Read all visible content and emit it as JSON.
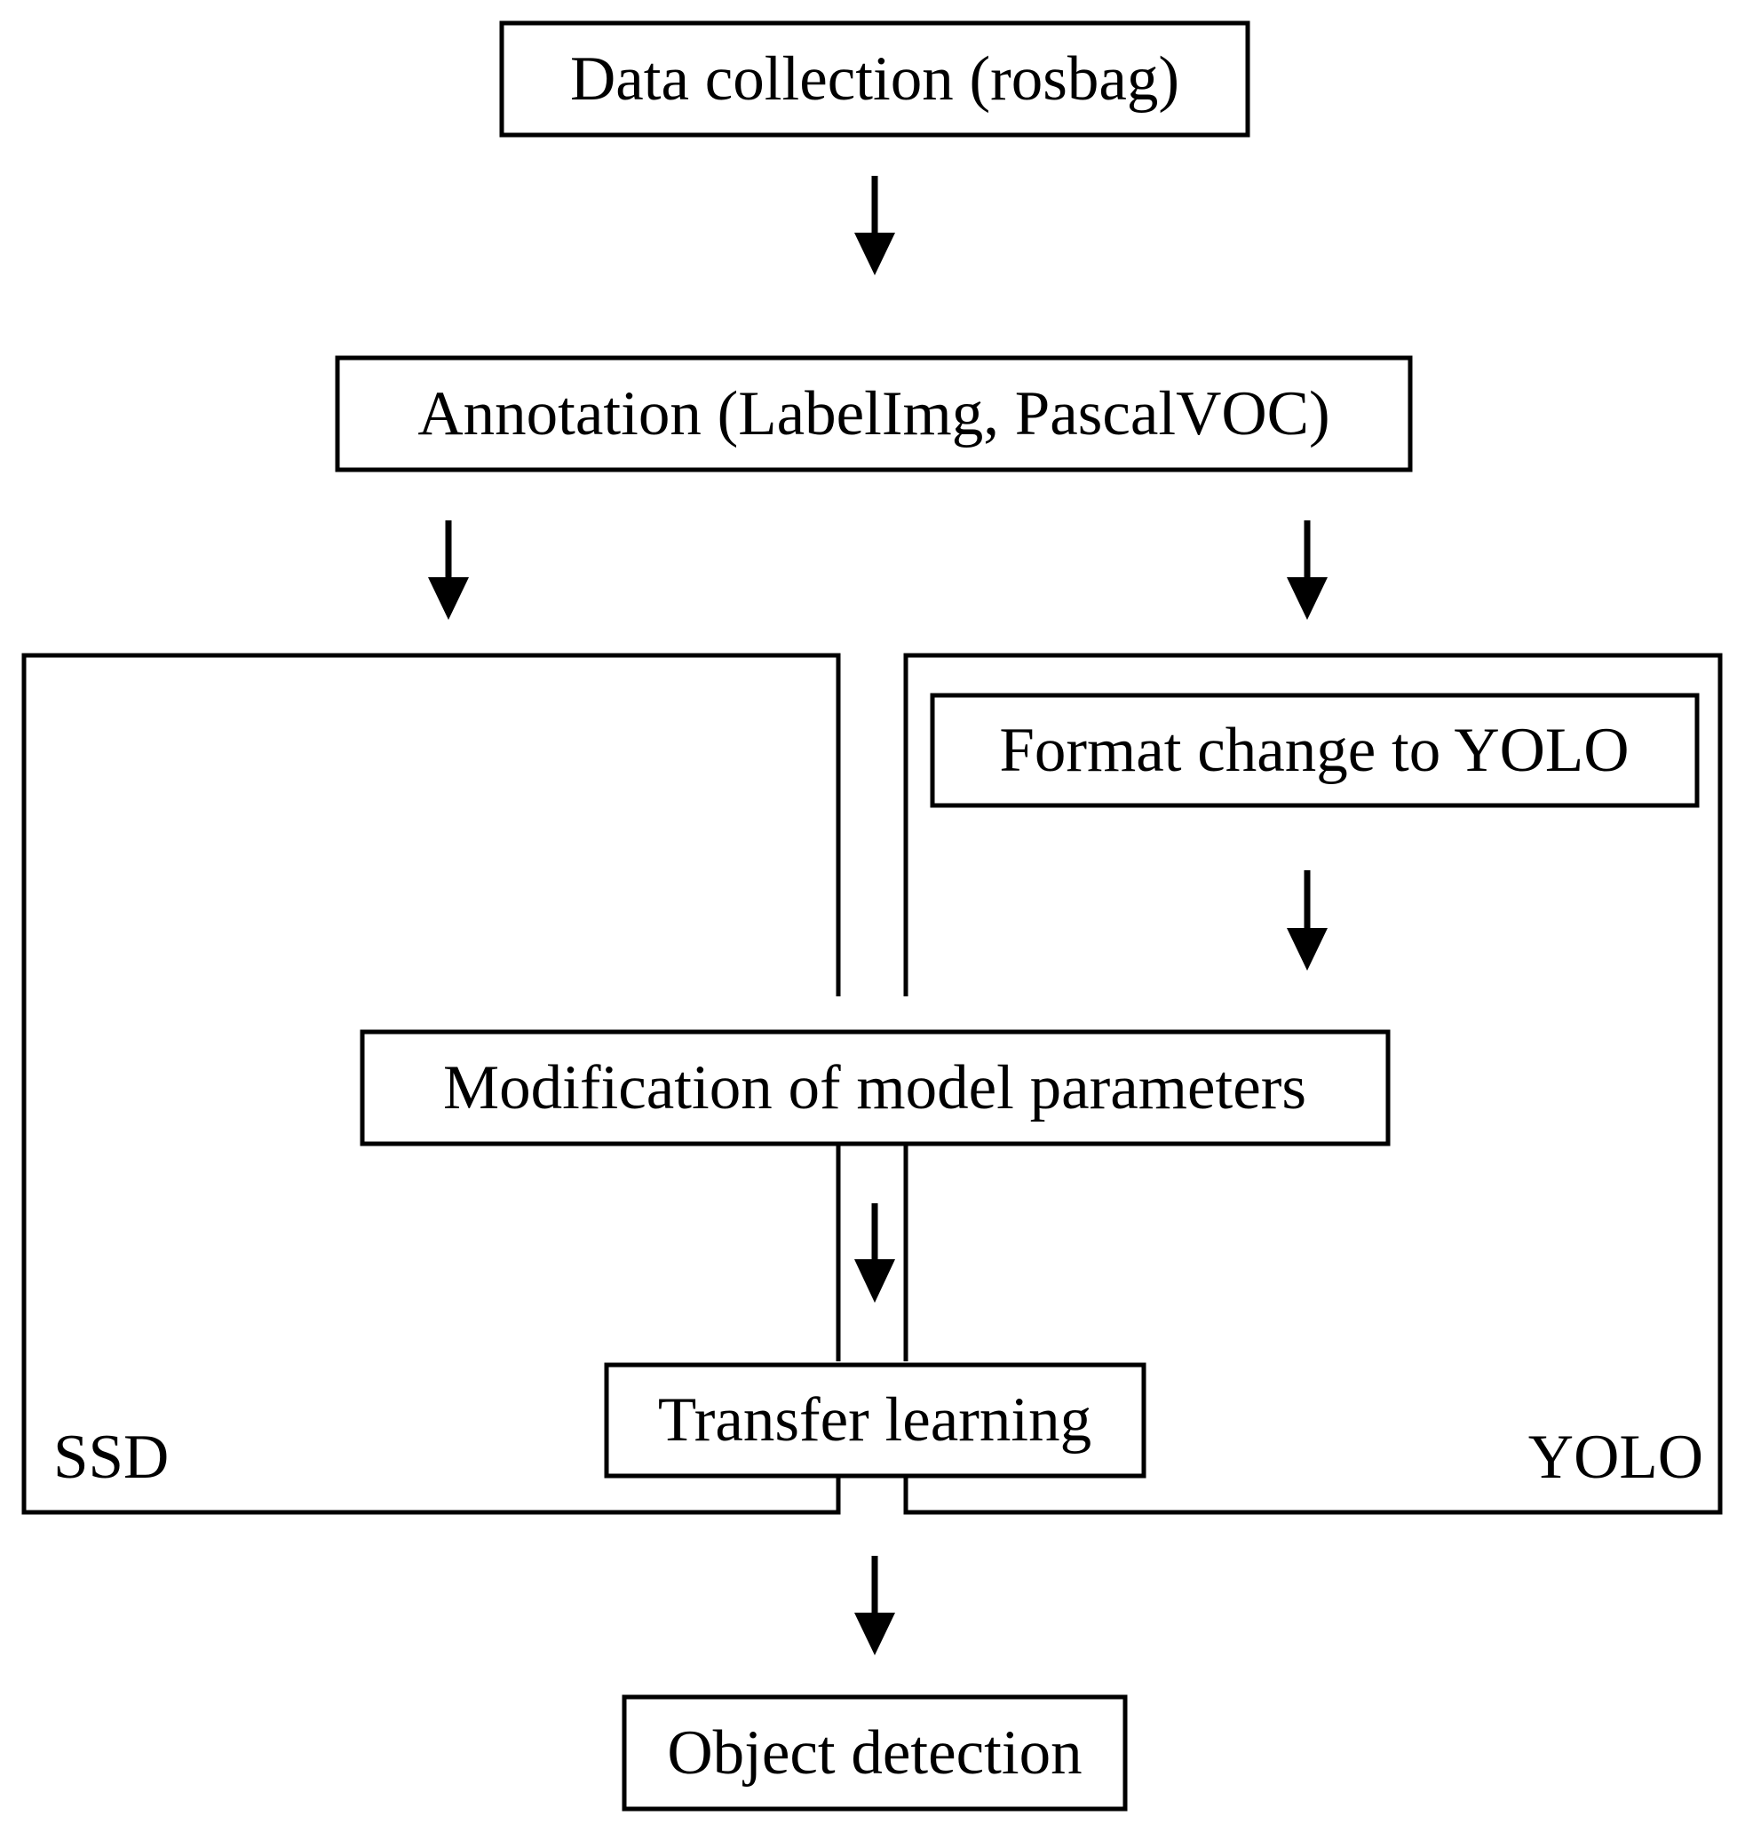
{
  "nodes": {
    "data_collection": "Data collection (rosbag)",
    "annotation": "Annotation (LabelImg, PascalVOC)",
    "format_change": "Format change to YOLO",
    "modification": "Modification of model parameters",
    "transfer_learning": "Transfer learning",
    "object_detection": "Object detection"
  },
  "groups": {
    "ssd": "SSD",
    "yolo": "YOLO"
  }
}
